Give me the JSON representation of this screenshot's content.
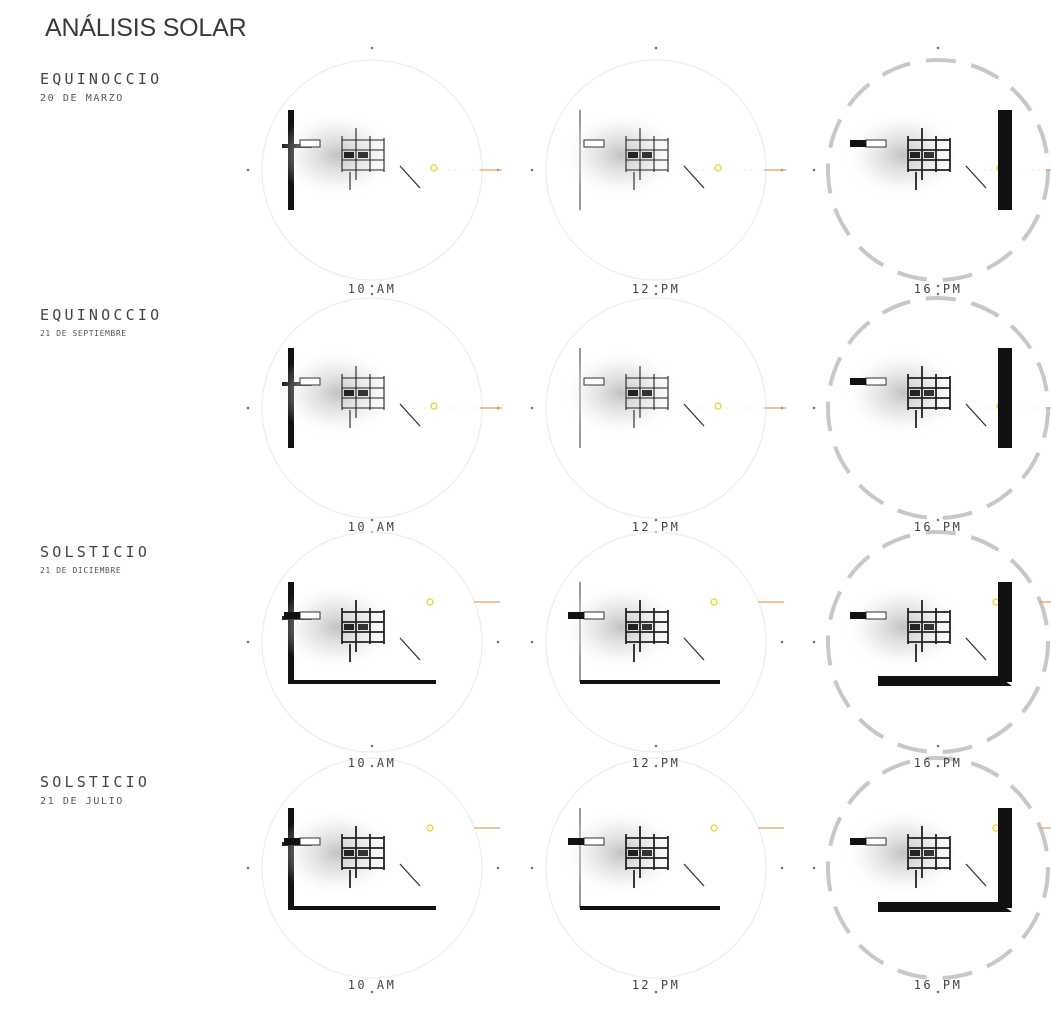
{
  "title": "ANÁLISIS SOLAR",
  "rows": [
    {
      "season": "EQUINOCCIO",
      "date": "20 DE MARZO",
      "times": [
        "10 AM",
        "12 PM",
        "16 PM"
      ]
    },
    {
      "season": "EQUINOCCIO",
      "date": "21 DE SEPTIEMBRE",
      "times": [
        "10 AM",
        "12 PM",
        "16 PM"
      ]
    },
    {
      "season": "SOLSTICIO",
      "date": "21 DE DICIEMBRE",
      "times": [
        "10 AM",
        "12 PM",
        "16 PM"
      ]
    },
    {
      "season": "SOLSTICIO",
      "date": "21 DE JULIO",
      "times": [
        "10 AM",
        "12 PM",
        "16 PM"
      ]
    }
  ],
  "colors": {
    "sun": "#e8d84a",
    "sun_ray": "#e8a060",
    "text": "#444444",
    "shadow": "#111111"
  }
}
